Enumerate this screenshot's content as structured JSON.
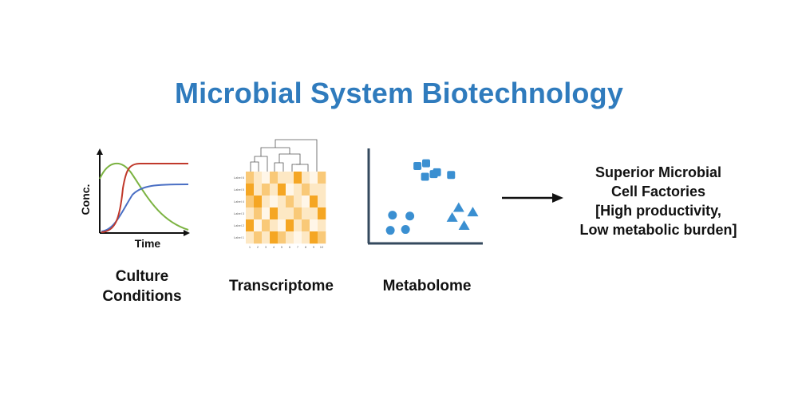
{
  "title": "Microbial System Biotechnology",
  "panels": {
    "culture": {
      "caption_line1": "Culture",
      "caption_line2": "Conditions",
      "y_axis": "Conc.",
      "x_axis": "Time",
      "colors": {
        "red": "#c0392b",
        "blue": "#4a6fc4",
        "green": "#7cb342"
      }
    },
    "transcriptome": {
      "caption": "Transcriptome",
      "row_labels": [
        "Label 6",
        "Label 5",
        "Label 4",
        "Label 3",
        "Label 2",
        "Label 1"
      ],
      "col_labels": [
        "1",
        "2",
        "3",
        "4",
        "5",
        "6",
        "7",
        "8",
        "9",
        "10"
      ],
      "colors": {
        "dark": "#f5a623",
        "mid": "#f9c978",
        "light": "#fde8c4",
        "pale": "#fff6e8"
      },
      "matrix": [
        [
          2,
          1,
          0,
          2,
          1,
          1,
          3,
          1,
          0,
          2
        ],
        [
          3,
          1,
          2,
          1,
          3,
          0,
          1,
          2,
          1,
          1
        ],
        [
          2,
          3,
          1,
          0,
          1,
          2,
          1,
          0,
          3,
          1
        ],
        [
          1,
          2,
          0,
          3,
          1,
          1,
          2,
          1,
          1,
          3
        ],
        [
          3,
          0,
          2,
          1,
          0,
          3,
          1,
          2,
          0,
          1
        ],
        [
          1,
          2,
          1,
          3,
          2,
          1,
          0,
          1,
          3,
          2
        ]
      ]
    },
    "metabolome": {
      "caption": "Metabolome",
      "color": "#3a8fd1",
      "squares": [
        [
          0.42,
          0.83
        ],
        [
          0.5,
          0.86
        ],
        [
          0.49,
          0.71
        ],
        [
          0.57,
          0.74
        ],
        [
          0.73,
          0.73
        ],
        [
          0.6,
          0.76
        ]
      ],
      "circles": [
        [
          0.19,
          0.28
        ],
        [
          0.35,
          0.27
        ],
        [
          0.17,
          0.11
        ],
        [
          0.31,
          0.12
        ]
      ],
      "triangles": [
        [
          0.8,
          0.37
        ],
        [
          0.93,
          0.32
        ],
        [
          0.74,
          0.26
        ],
        [
          0.85,
          0.17
        ]
      ]
    }
  },
  "arrow_color": "#111111",
  "result": {
    "line1": "Superior Microbial",
    "line2": "Cell Factories",
    "line3": "[High productivity,",
    "line4": "Low metabolic burden]"
  }
}
